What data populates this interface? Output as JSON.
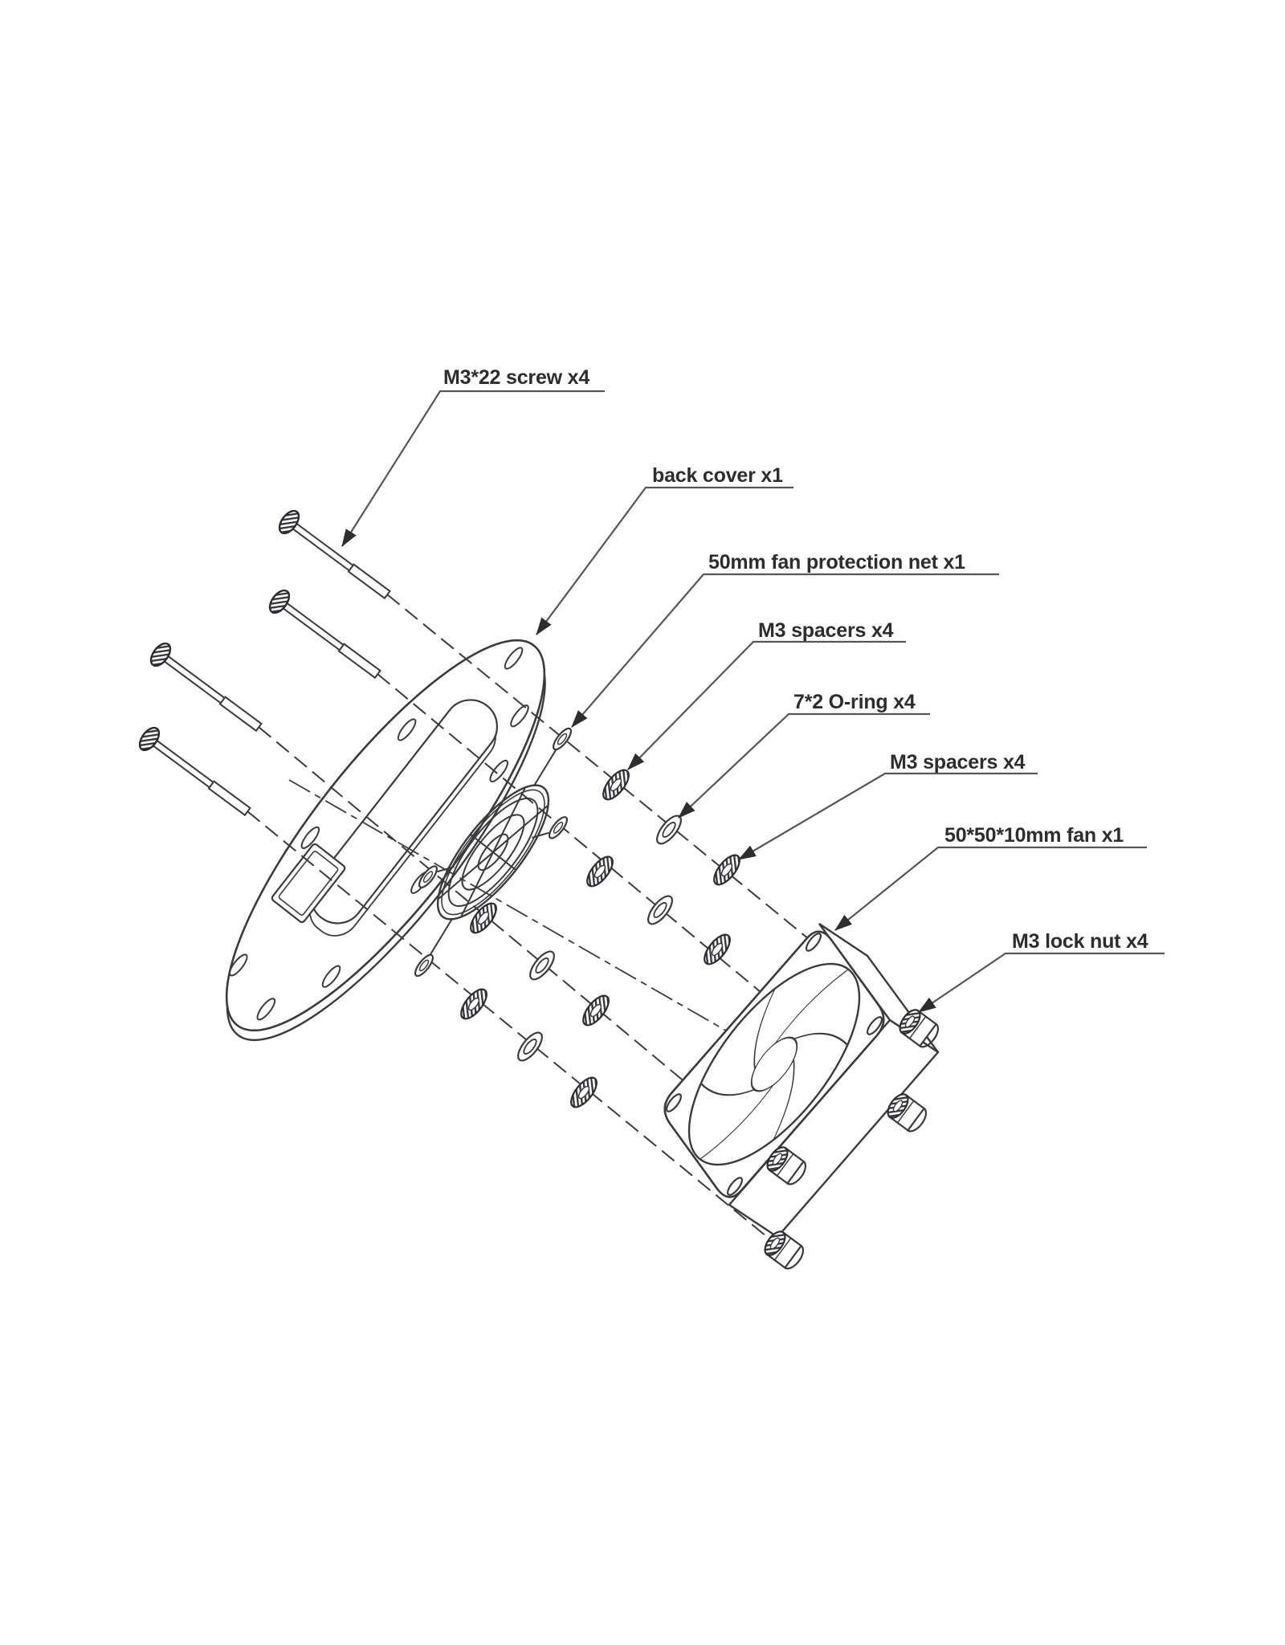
{
  "diagram": {
    "title": "fan assembly exploded view",
    "type": "exploded-assembly-drawing",
    "background_color": "#ffffff",
    "line_color": "#3a3b3e",
    "label_color": "#2c2d31",
    "labels": [
      {
        "id": "screw",
        "text": "M3*22 screw x4",
        "part": "countersunk screw",
        "count": 4
      },
      {
        "id": "backcover",
        "text": "back cover x1",
        "part": "back cover",
        "count": 1
      },
      {
        "id": "net",
        "text": "50mm fan protection net x1",
        "part": "fan protection net",
        "count": 1
      },
      {
        "id": "spacers1",
        "text": "M3 spacers x4",
        "part": "spacer",
        "count": 4
      },
      {
        "id": "oring",
        "text": "7*2 O-ring x4",
        "part": "o-ring",
        "count": 4
      },
      {
        "id": "spacers2",
        "text": "M3 spacers x4",
        "part": "spacer",
        "count": 4
      },
      {
        "id": "fan",
        "text": "50*50*10mm fan x1",
        "part": "axial fan",
        "count": 1
      },
      {
        "id": "locknut",
        "text": "M3 lock nut x4",
        "part": "lock nut",
        "count": 4
      }
    ]
  }
}
